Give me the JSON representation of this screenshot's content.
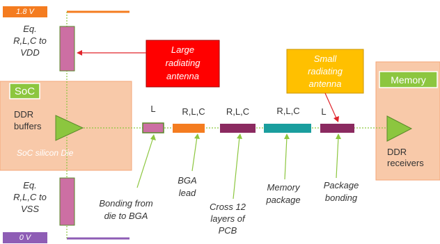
{
  "rails": {
    "vdd_label": "1.8 V",
    "vss_label": "0 V",
    "vdd_color": "#f47c20",
    "vss_color": "#8e5db5"
  },
  "parasitics": {
    "vdd_text": "Eq.\nR,L,C to\nVDD",
    "vss_text": "Eq.\nR,L,C to\nVSS",
    "resistor_color": "#cc6fa3"
  },
  "soc": {
    "title": "SoC",
    "buffers_text": "DDR\nbuffers",
    "die_text": "SoC silicon Die",
    "box_color": "#f8c9a9",
    "title_color": "#8cc63f"
  },
  "memory": {
    "title": "Memory",
    "receivers_text": "DDR\nreceivers",
    "box_color": "#f8c9a9",
    "title_color": "#8cc63f"
  },
  "antennas": {
    "large_text": "Large\nradiating\nantenna",
    "large_color": "#ff0000",
    "small_text": "Small\nradiating\nantenna",
    "small_color": "#ffc000"
  },
  "path_segments": [
    {
      "top_label": "L",
      "bottom_label": "Bonding from\ndie to BGA",
      "color": "#cc6fa3"
    },
    {
      "top_label": "R,L,C",
      "bottom_label": "BGA\nlead",
      "color": "#f47c20"
    },
    {
      "top_label": "R,L,C",
      "bottom_label": "Cross 12\nlayers of\nPCB",
      "color": "#8b2a60"
    },
    {
      "top_label": "R,L,C",
      "bottom_label": "Memory\npackage",
      "color": "#1a9e9e"
    },
    {
      "top_label": "L",
      "bottom_label": "Package\nbonding",
      "color": "#8b2a60"
    }
  ],
  "colors": {
    "signal_line": "#8cc63f",
    "driver": "#8cc63f",
    "arrow": "#e0242b"
  }
}
